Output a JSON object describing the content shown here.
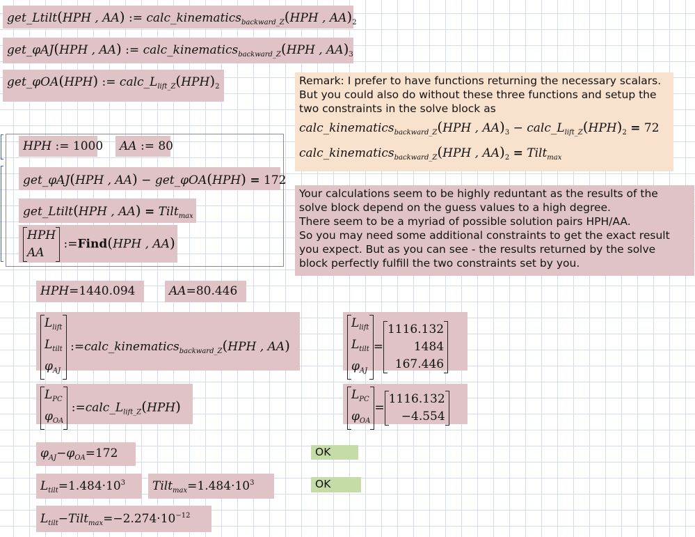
{
  "definitions": {
    "ltilt": {
      "lhs": "get_Ltilt",
      "args": "HPH , AA",
      "op": ":=",
      "fn": "calc_kinematics",
      "fn_sub": "backward_Z",
      "fn_args": "HPH , AA",
      "index": "2"
    },
    "phiaj": {
      "lhs": "get_φAJ",
      "args": "HPH , AA",
      "op": ":=",
      "fn": "calc_kinematics",
      "fn_sub": "backward_Z",
      "fn_args": "HPH , AA",
      "index": "3"
    },
    "phioa": {
      "lhs": "get_φOA",
      "args": "HPH",
      "op": ":=",
      "fn": "calc_L",
      "fn_sub": "lift_Z",
      "fn_args": "HPH",
      "index": "2"
    }
  },
  "remark1": {
    "text": "Remark: I prefer to have functions returning the necessary scalars.\nBut you could also do without these three functions and setup the\ntwo constraints in the solve block as",
    "eq1": {
      "fn": "calc_kinematics",
      "fn_sub": "backward_Z",
      "args": "HPH , AA",
      "index": "3",
      "minus": "−",
      "fn2": "calc_L",
      "fn2_sub": "lift_Z",
      "args2": "HPH",
      "index2": "2",
      "rel": "=",
      "rhs": "72"
    },
    "eq2": {
      "fn": "calc_kinematics",
      "fn_sub": "backward_Z",
      "args": "HPH , AA",
      "index": "2",
      "rel": "=",
      "rhs": "Tilt",
      "rhs_sub": "max"
    }
  },
  "solve_block": {
    "guess_hph": {
      "name": "HPH",
      "op": ":=",
      "value": "1000"
    },
    "guess_aa": {
      "name": "AA",
      "op": ":=",
      "value": "80"
    },
    "constraint1": {
      "lhs": "get_φAJ",
      "args": "HPH , AA",
      "minus": "−",
      "lhs2": "get_φOA",
      "args2": "HPH",
      "rel": "=",
      "rhs": "172"
    },
    "constraint2": {
      "lhs": "get_Ltilt",
      "args": "HPH , AA",
      "rel": "=",
      "rhs": "Tilt",
      "rhs_sub": "max"
    },
    "find": {
      "vec": [
        "HPH",
        "AA"
      ],
      "op": ":=",
      "fn": "Find",
      "args": "HPH , AA"
    }
  },
  "remark2": {
    "text": "Your calculations seem to be highly reduntant as the results of the\nsolve block depend on the guess values to a high degree.\nThere seem to be a myriad of possible solution pairs HPH/AA.\nSo you may need some additional constraints to get the exact result\nyou expect.  But as you can see - the results returned by the solve\nblock perfectly fulfill the two constraints set by you."
  },
  "results": {
    "hph": {
      "name": "HPH",
      "rel": "=",
      "value": "1440.094"
    },
    "aa": {
      "name": "AA",
      "rel": "=",
      "value": "80.446"
    },
    "kin_def": {
      "vec": [
        "L",
        "L",
        "φ"
      ],
      "subs": [
        "lift",
        "tilt",
        "AJ"
      ],
      "op": ":=",
      "fn": "calc_kinematics",
      "fn_sub": "backward_Z",
      "args": "HPH , AA"
    },
    "kin_eval": {
      "vec": [
        "L",
        "L",
        "φ"
      ],
      "subs": [
        "lift",
        "tilt",
        "AJ"
      ],
      "rel": "=",
      "values": [
        "1116.132",
        "1484",
        "167.446"
      ]
    },
    "lift_def": {
      "vec": [
        "L",
        "φ"
      ],
      "subs": [
        "PC",
        "OA"
      ],
      "op": ":=",
      "fn": "calc_L",
      "fn_sub": "lift_Z",
      "args": "HPH"
    },
    "lift_eval": {
      "vec": [
        "L",
        "φ"
      ],
      "subs": [
        "PC",
        "OA"
      ],
      "rel": "=",
      "values": [
        "1116.132",
        "−4.554"
      ]
    },
    "check1": {
      "a": "φ",
      "a_sub": "AJ",
      "minus": "−",
      "b": "φ",
      "b_sub": "OA",
      "rel": "=",
      "value": "172"
    },
    "check2a": {
      "a": "L",
      "a_sub": "tilt",
      "rel": "=",
      "mant": "1.484",
      "dot": "·",
      "base": "10",
      "exp": "3"
    },
    "check2b": {
      "a": "Tilt",
      "a_sub": "max",
      "rel": "=",
      "mant": "1.484",
      "dot": "·",
      "base": "10",
      "exp": "3"
    },
    "check3": {
      "a": "L",
      "a_sub": "tilt",
      "minus": "−",
      "b": "Tilt",
      "b_sub": "max",
      "rel": "=",
      "mant": "−2.274",
      "dot": "·",
      "base": "10",
      "exp": "−12"
    }
  },
  "ok_labels": {
    "ok1": "OK",
    "ok2": "OK"
  },
  "colors": {
    "region_pink": "#e0c3c6",
    "remark_orange": "#f8e1cd",
    "ok_green": "#c6dca6",
    "grid": "#d4dcec",
    "solve_frame": "#8a8a8a",
    "solve_bracket": "#3d63c9"
  }
}
